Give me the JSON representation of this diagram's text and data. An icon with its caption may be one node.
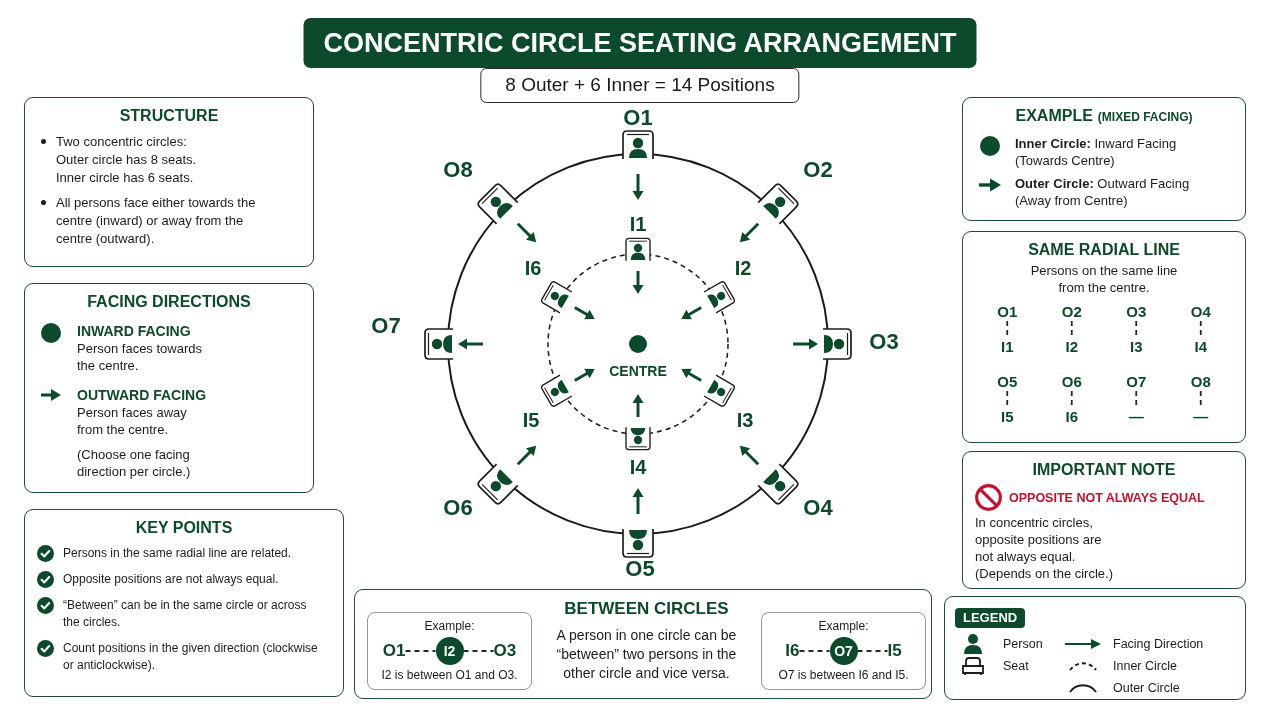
{
  "diagram": {
    "title": "CONCENTRIC CIRCLE SEATING ARRANGEMENT",
    "nodes": [
      {
        "text": [
          "8 Outer + 6 Inner = 14 Positions"
        ]
      },
      {
        "text": [
          "STRUCTURE",
          "Two concentric circles:",
          "Outer circle has 8 seats.",
          "Inner circle has 6 seats.",
          "All persons face either towards the centre (inward) or away from the centre (outward)."
        ]
      },
      {
        "text": [
          "EXAMPLE",
          "(MIXED FACING)",
          "**Inner Circle:** Inward Facing (Towards Centre)",
          "**Outer Circle:** Outward Facing (Away from Centre)"
        ]
      },
      {
        "text": [
          "SAME RADIAL LINE",
          "Persons on the same line from the centre."
        ]
      },
      {
        "text": [
          "O1"
        ],
        "in": 3
      },
      {
        "text": [
          "O2"
        ],
        "in": 3
      },
      {
        "text": [
          "O3"
        ],
        "in": 3
      },
      {
        "text": [
          "O4"
        ],
        "in": 3
      },
      {
        "text": [
          "I1"
        ],
        "in": 3
      },
      {
        "text": [
          "I2"
        ],
        "in": 3
      },
      {
        "text": [
          "I3"
        ],
        "in": 3
      },
      {
        "text": [
          "I4"
        ],
        "in": 3
      },
      {
        "text": [
          "O5"
        ],
        "in": 3
      },
      {
        "text": [
          "O6"
        ],
        "in": 3
      },
      {
        "text": [
          "O7"
        ],
        "in": 3
      },
      {
        "text": [
          "O8"
        ],
        "in": 3
      },
      {
        "text": [
          "I5"
        ],
        "in": 3
      },
      {
        "text": [
          "I6"
        ],
        "in": 3
      },
      {
        "text": [
          "—"
        ],
        "in": 3
      },
      {
        "text": [
          "—"
        ],
        "in": 3
      },
      {
        "text": [
          "FACING DIRECTIONS",
          "INWARD FACING",
          "Person faces towards the centre.",
          "OUTWARD FACING",
          "Person faces away from the centre.",
          "(Choose one facing direction per circle.)"
        ]
      },
      {
        "text": [
          "IMPORTANT NOTE",
          "OPPOSITE NOT ALWAYS EQUAL",
          "In concentric circles, opposite positions are not always equal.",
          "(Depends on the circle.)"
        ]
      },
      {
        "text": [
          "KEY POINTS",
          "Persons in the same radial line are related.",
          "Opposite positions are not always equal.",
          "“Between” can be in the same circle or across the circles.",
          "Count positions in the given direction (clockwise or anticlockwise)."
        ]
      },
      {
        "text": [
          "BETWEEN CIRCLES",
          "A person in one circle can be “between” two persons in the other circle and vice versa."
        ]
      },
      {
        "text": [
          "Example:",
          "I2 is between O1 and O3."
        ],
        "in": 23
      },
      {
        "text": [
          "O1"
        ],
        "in": 24
      },
      {
        "text": [
          "I2"
        ],
        "in": 24
      },
      {
        "text": [
          "O3"
        ],
        "in": 24
      },
      {
        "text": [
          "Example:",
          "O7 is between I6 and I5."
        ],
        "in": 23
      },
      {
        "text": [
          "I6"
        ],
        "in": 28
      },
      {
        "text": [
          "O7"
        ],
        "in": 28
      },
      {
        "text": [
          "I5"
        ],
        "in": 28
      }
    ],
    "edges": [
      {
        "from": 4,
        "to": 8,
        "arrow": "none",
        "style": "dashed"
      },
      {
        "from": 5,
        "to": 9,
        "arrow": "none",
        "style": "dashed"
      },
      {
        "from": 6,
        "to": 10,
        "arrow": "none",
        "style": "dashed"
      },
      {
        "from": 7,
        "to": 11,
        "arrow": "none",
        "style": "dashed"
      },
      {
        "from": 12,
        "to": 16,
        "arrow": "none",
        "style": "dashed"
      },
      {
        "from": 13,
        "to": 17,
        "arrow": "none",
        "style": "dashed"
      },
      {
        "from": 14,
        "to": 18,
        "arrow": "none",
        "style": "dashed"
      },
      {
        "from": 15,
        "to": 19,
        "arrow": "none",
        "style": "dashed"
      },
      {
        "from": 25,
        "to": 26,
        "arrow": "none",
        "style": "dashed"
      },
      {
        "from": 26,
        "to": 27,
        "arrow": "none",
        "style": "dashed"
      },
      {
        "from": 29,
        "to": 30,
        "arrow": "none",
        "style": "dashed"
      },
      {
        "from": 30,
        "to": 31,
        "arrow": "none",
        "style": "dashed"
      }
    ],
    "labels": [
      "O1",
      "O8",
      "O2",
      "I1",
      "I6",
      "I2",
      "O7",
      "CENTRE",
      "O3",
      "I5",
      "I3",
      "I4",
      "O6",
      "O4",
      "O5",
      "LEGEND"
    ],
    "legend": [
      {
        "text": "Person"
      },
      {
        "text": "Facing Direction"
      },
      {
        "text": "Seat"
      },
      {
        "text": "Inner Circle"
      },
      {
        "text": "Outer Circle"
      }
    ]
  }
}
